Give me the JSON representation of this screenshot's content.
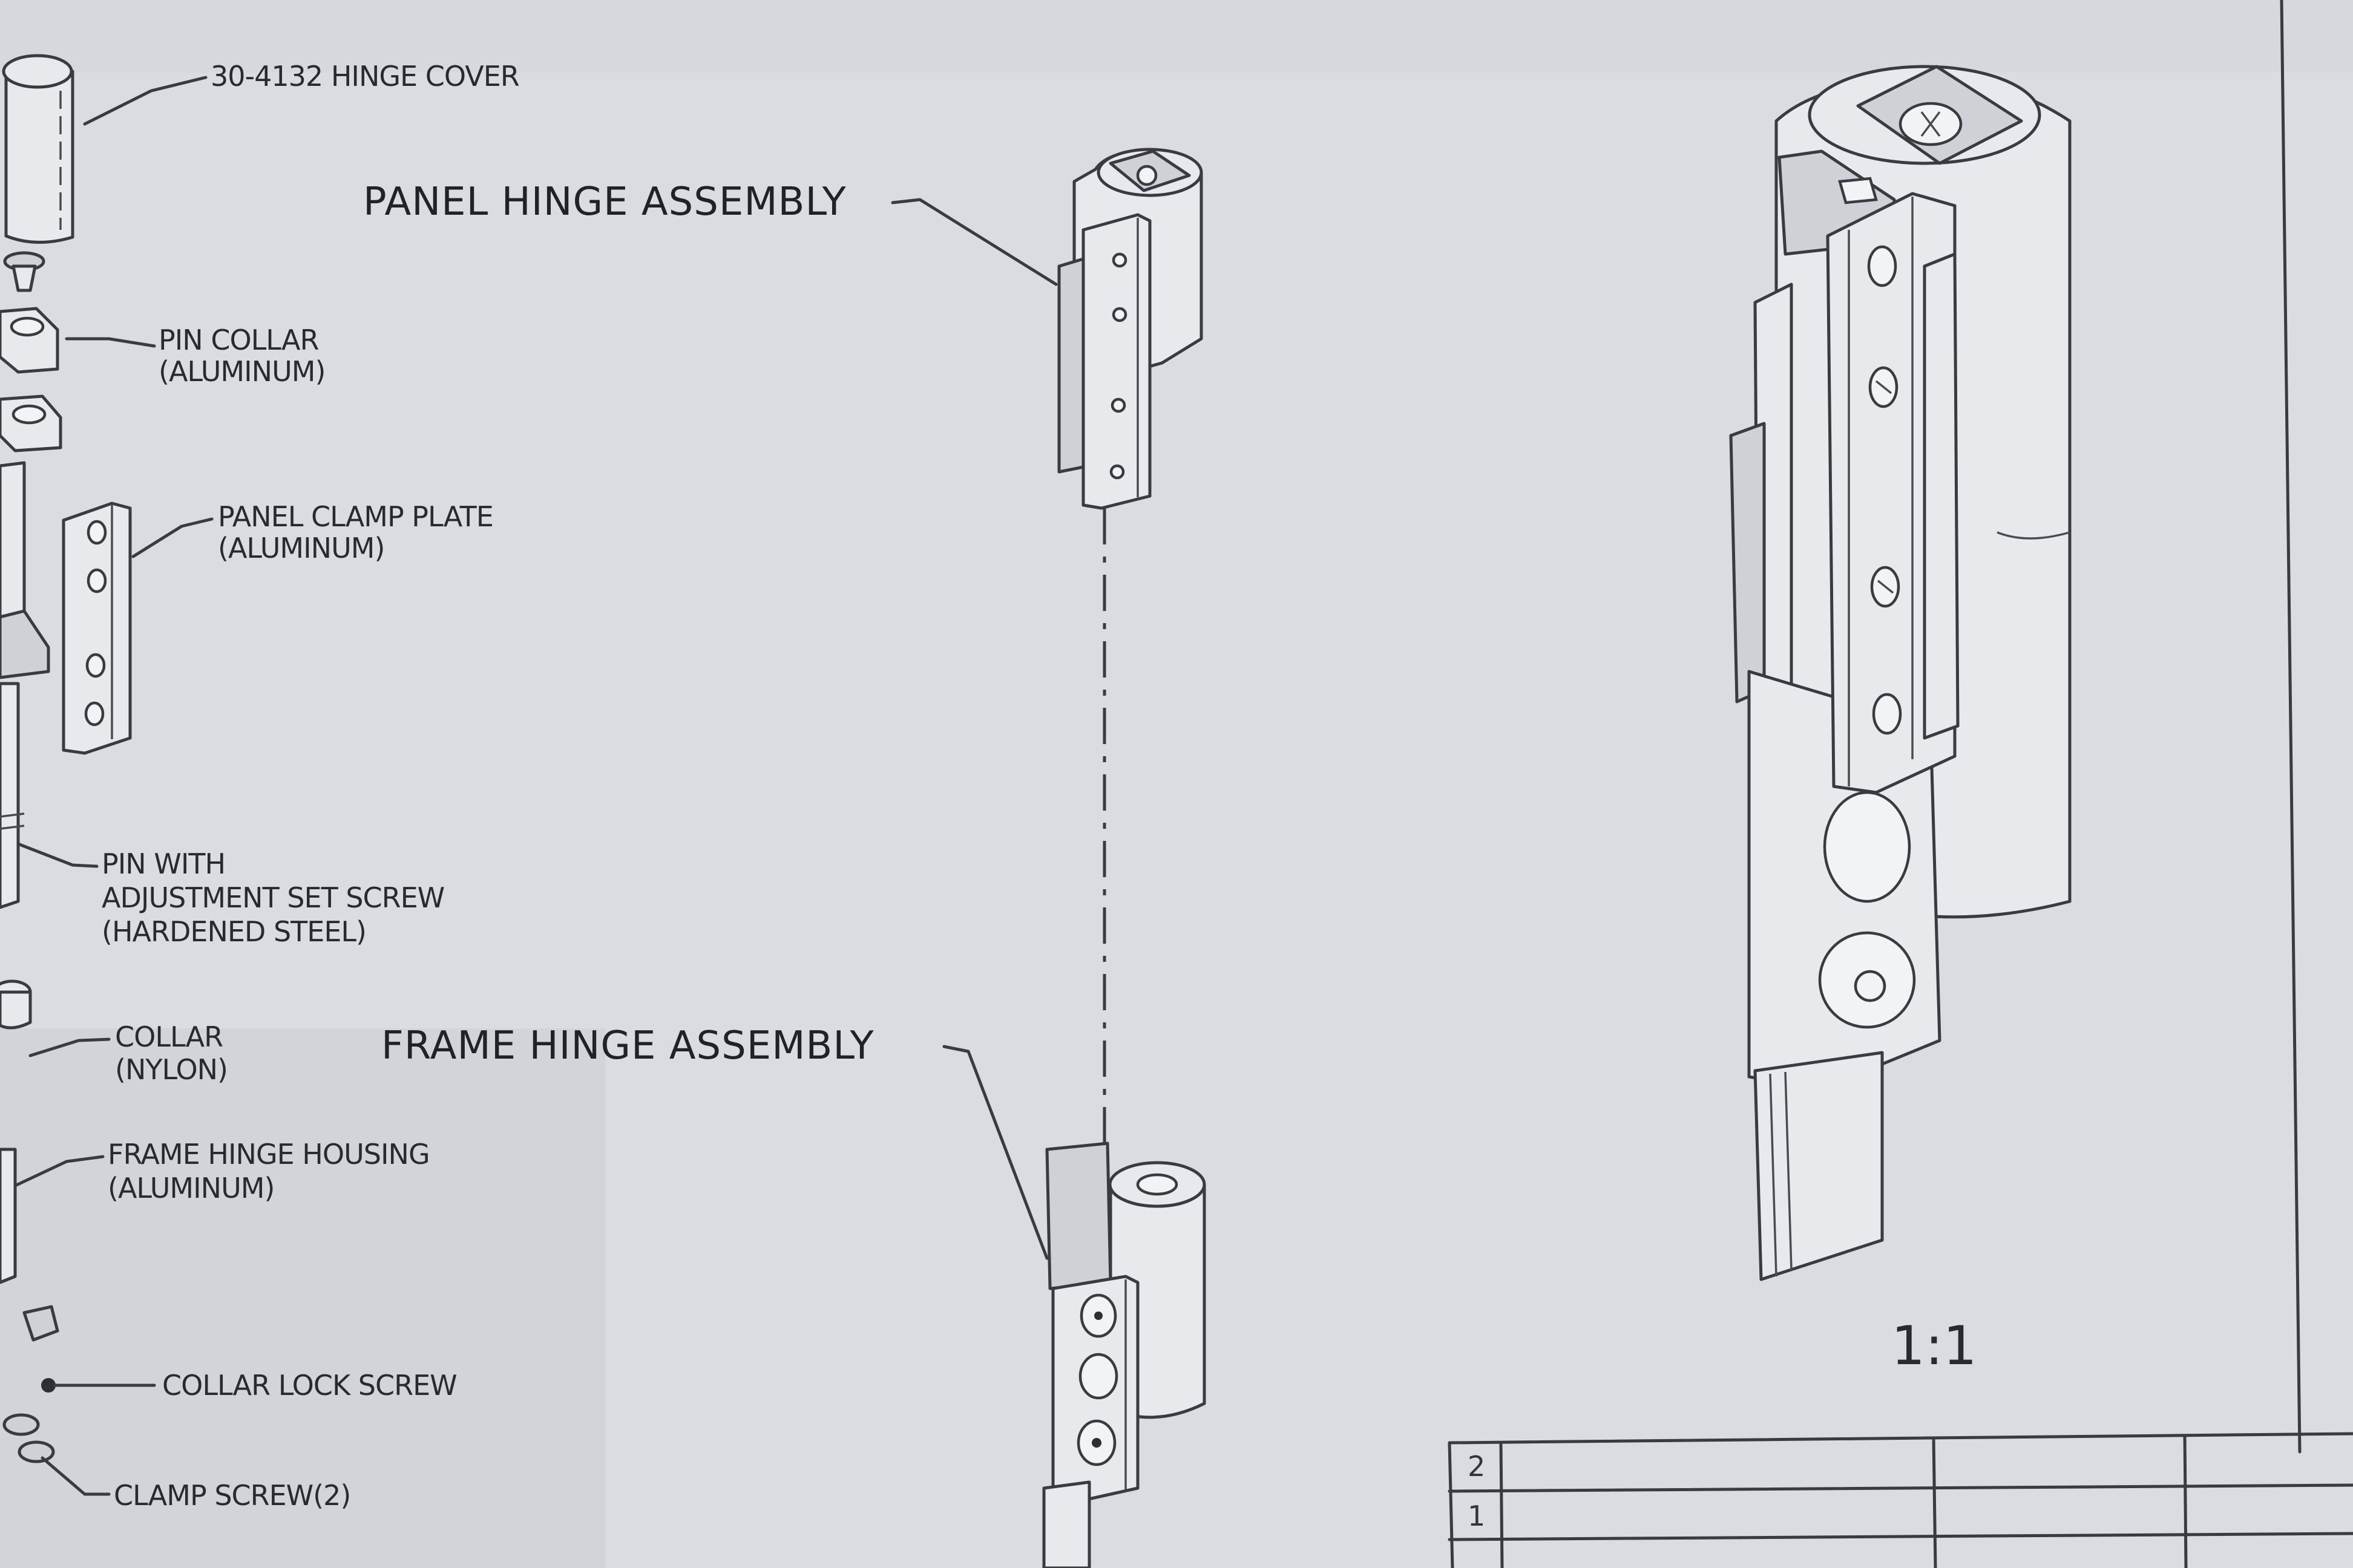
{
  "callouts": {
    "hinge_cover": "30-4132 HINGE COVER",
    "pin_collar": [
      "PIN COLLAR",
      "(ALUMINUM)"
    ],
    "panel_clamp_plate": [
      "PANEL CLAMP PLATE",
      "(ALUMINUM)"
    ],
    "pin_with_set_screw": [
      "PIN WITH",
      "ADJUSTMENT SET SCREW",
      "(HARDENED STEEL)"
    ],
    "collar": [
      "COLLAR",
      "(NYLON)"
    ],
    "frame_hinge_housing": [
      "FRAME HINGE HOUSING",
      "(ALUMINUM)"
    ],
    "collar_lock_screw": "COLLAR LOCK SCREW",
    "clamp_screw": "CLAMP SCREW(2)"
  },
  "assembly_titles": {
    "panel": "PANEL HINGE ASSEMBLY",
    "frame": "FRAME HINGE ASSEMBLY"
  },
  "scale_label": "1:1",
  "revision_table": {
    "rows": [
      "2",
      "1"
    ]
  },
  "colors": {
    "paper": "#d9dbe0",
    "ink": "#2a2a2e"
  }
}
